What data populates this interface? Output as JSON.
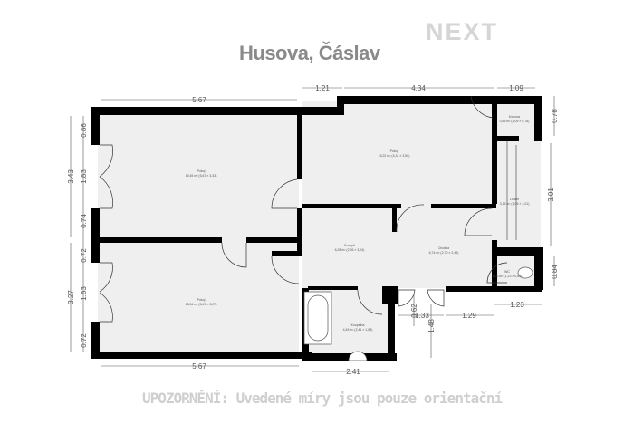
{
  "header": {
    "title": "Husova, Čáslav",
    "logo": "NEXT"
  },
  "footer": {
    "warning": "UPOZORNĚNÍ: Uvedené míry jsou pouze orientační"
  },
  "dimensions": {
    "top": [
      "5.67",
      "1.21",
      "4.34",
      "1.09"
    ],
    "left": [
      "0.86",
      "1.83",
      "3.43",
      "0.74",
      "0.72",
      "1.83",
      "3.27",
      "0.72"
    ],
    "right": [
      "0.78",
      "3.01",
      "0.84",
      "1.23"
    ],
    "bottom": [
      "5.67",
      "2.41",
      "1.33",
      "1.29",
      "0.62",
      "1.48"
    ]
  },
  "rooms": [
    {
      "name": "Pokoj",
      "area": "19,45 m² (5,67 × 3,43)"
    },
    {
      "name": "Pokoj",
      "area": "18,54 m² (5,67 × 3,27)"
    },
    {
      "name": "Pokoj",
      "area": "15,22 m² (4,34 × 3,50)"
    },
    {
      "name": "Komora",
      "area": "0,85 m² (1,09 × 0,78)"
    },
    {
      "name": "Lodžie",
      "area": "3,16 m² (1,05 × 3,01)"
    },
    {
      "name": "Kuchyň",
      "area": "6,28 m² (2,06 × 3,04)"
    },
    {
      "name": "Chodba",
      "area": "6,74 m² (2,70 × 2,49)"
    },
    {
      "name": "WC",
      "area": "1,03 m² (1,23 × 0,84)"
    },
    {
      "name": "Koupelna",
      "area": "4,45 m² (2,41 × 1,85)"
    }
  ],
  "colors": {
    "wall": "#000000",
    "floor": "#efefef",
    "title": "#8a8a8a"
  }
}
